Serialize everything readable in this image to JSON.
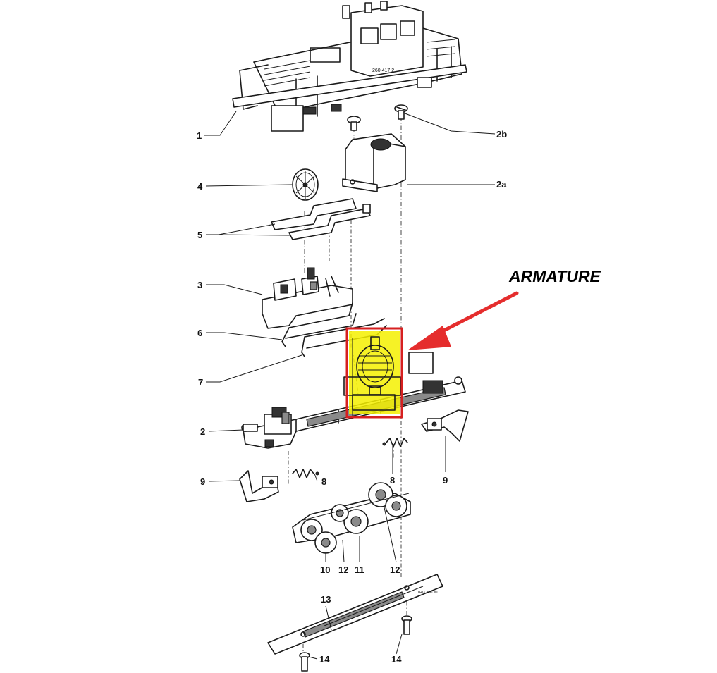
{
  "diagram": {
    "callout": {
      "text": "ARMATURE",
      "arrow_color": "#e52d2d",
      "box_color": "#d62020",
      "highlight_color": "#f4f000"
    },
    "part_labels": {
      "p1": "1",
      "p2b": "2b",
      "p2a": "2a",
      "p4": "4",
      "p5": "5",
      "p3": "3",
      "p6": "6",
      "p7": "7",
      "p2": "2",
      "p9_left": "9",
      "p8_left": "8",
      "p8_right": "8",
      "p9_right": "9",
      "p10": "10",
      "p12_a": "12",
      "p11": "11",
      "p12_b": "12",
      "p13": "13",
      "p14_left": "14",
      "p14_right": "14"
    }
  }
}
